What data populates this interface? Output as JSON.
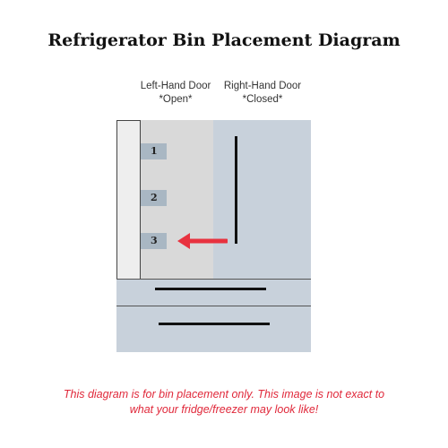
{
  "title": "Refrigerator Bin Placement Diagram",
  "doors": {
    "left": {
      "name": "Left-Hand Door",
      "state": "*Open*"
    },
    "right": {
      "name": "Right-Hand Door",
      "state": "*Closed*"
    }
  },
  "bins": [
    {
      "label": "1"
    },
    {
      "label": "2"
    },
    {
      "label": "3"
    }
  ],
  "disclaimer": {
    "line1": "This diagram is for bin placement only. This image is not exact to",
    "line2": "what your fridge/freezer may look like!"
  },
  "colors": {
    "fridge_body": "#c8d1db",
    "open_interior": "#d9d9d9",
    "bin": "#a9b7c3",
    "arrow": "#e8323f",
    "disclaimer": "#e0283a"
  },
  "icons": {
    "arrow": "left-arrow-icon"
  }
}
